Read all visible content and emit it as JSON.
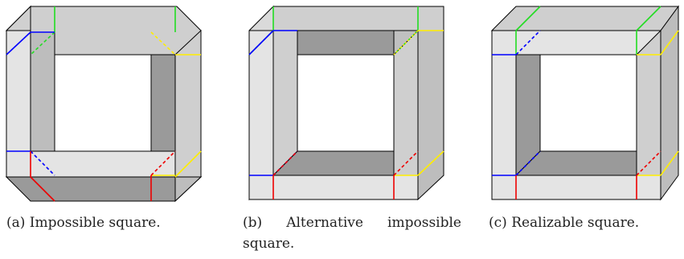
{
  "figures": [
    {
      "caption_line1": "(a) Impossible square.",
      "caption_line2": ""
    },
    {
      "caption_line1": "(b)  Alternative  impossible",
      "caption_line2": "square."
    },
    {
      "caption_line1": "(c) Realizable square.",
      "caption_line2": ""
    }
  ],
  "colors": {
    "face_light": "#e4e4e4",
    "face_mid": "#cfcfcf",
    "face_side": "#bbbbbb",
    "face_dark": "#9a9a9a",
    "edge": "#000000",
    "edge_green": "#22dd22",
    "edge_blue": "#0000ff",
    "edge_yellow": "#ffee00",
    "edge_red": "#ee0000"
  }
}
